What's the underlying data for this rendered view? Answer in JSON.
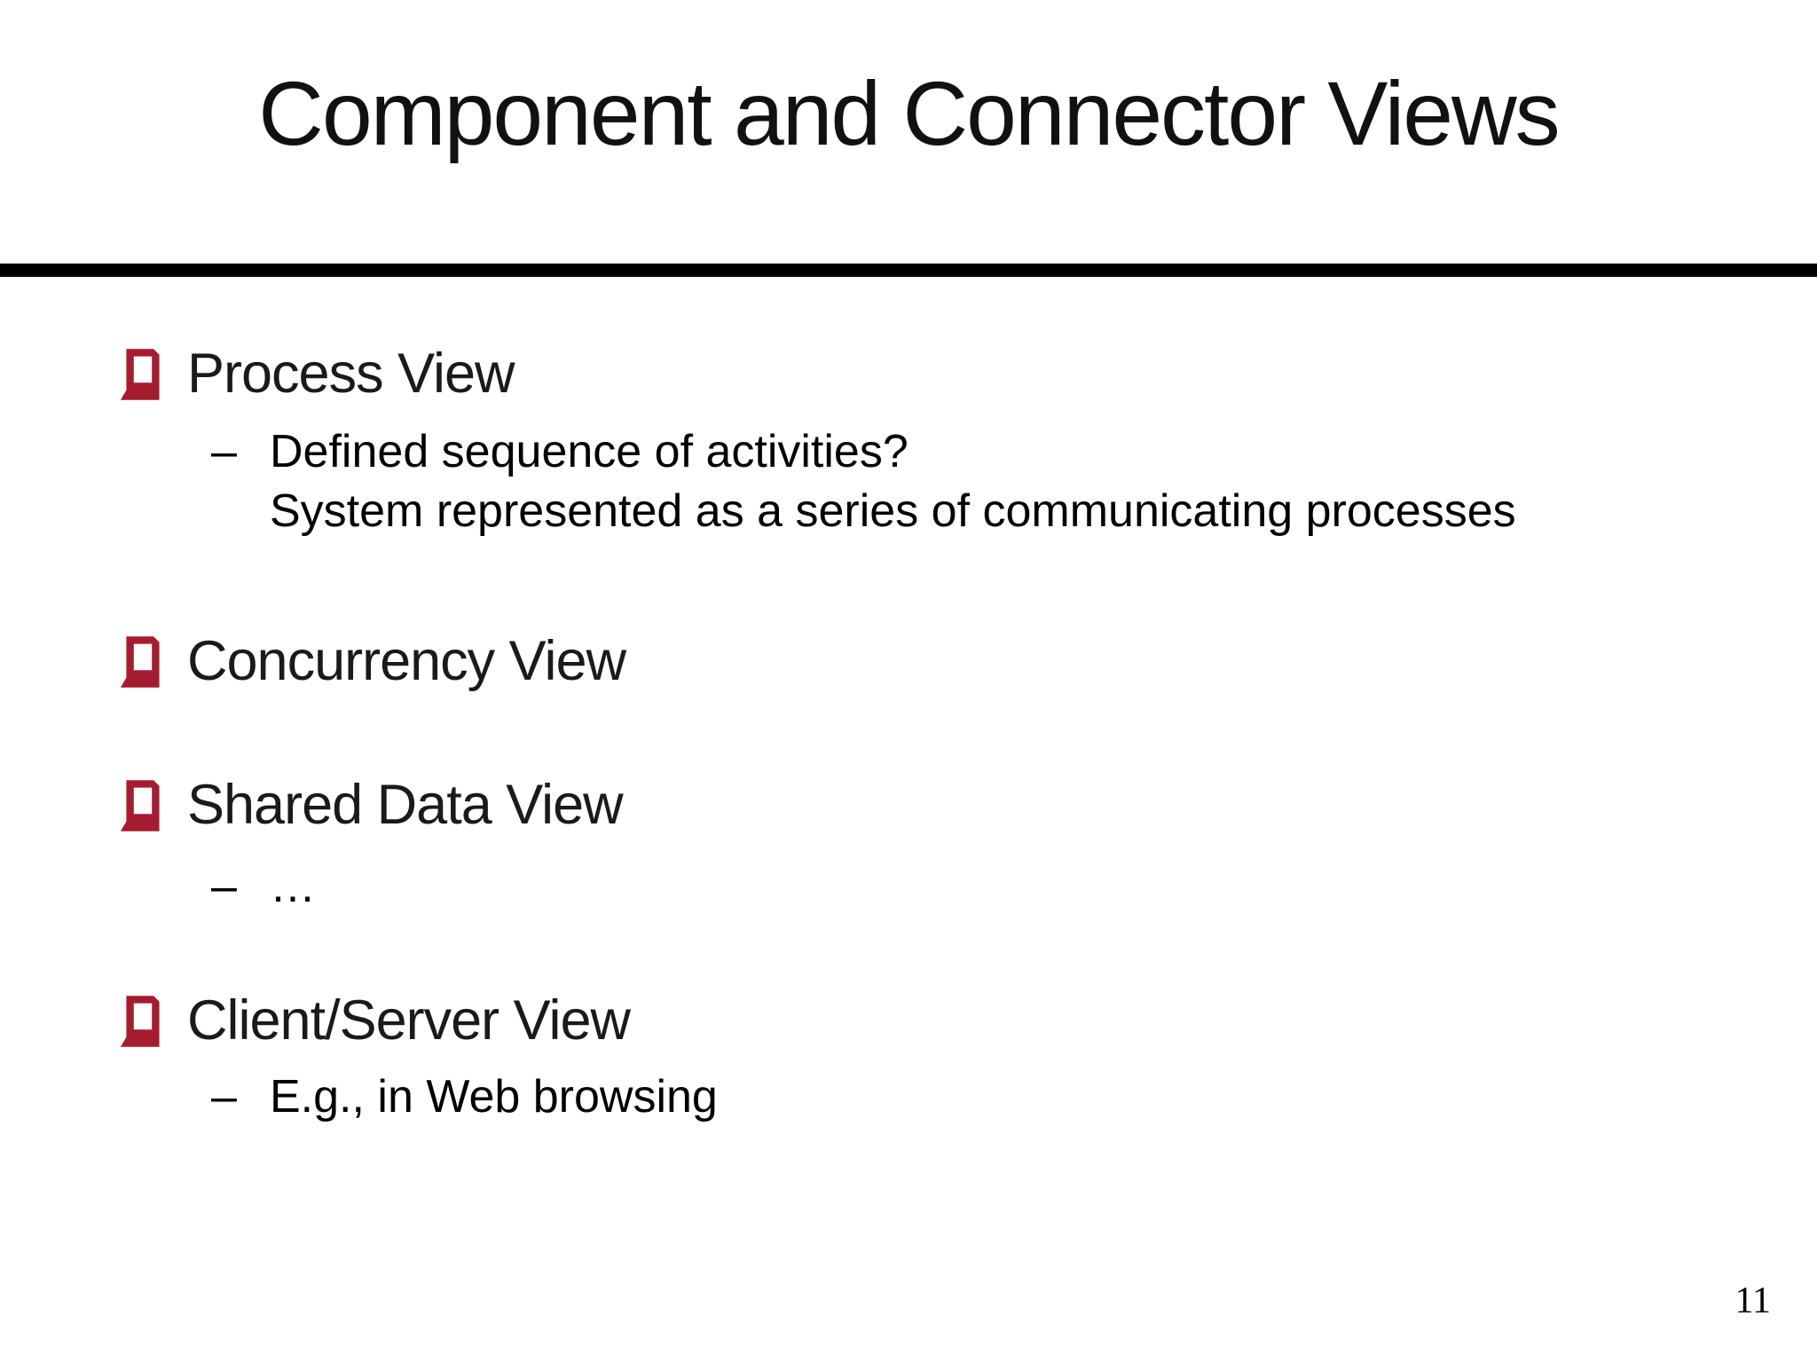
{
  "slide": {
    "title": "Component and Connector Views",
    "page_number": "11"
  },
  "colors": {
    "accent": "#A51C30",
    "rule": "#000000",
    "text_primary": "#1A1A1A",
    "text_secondary": "#000000"
  },
  "icons": {
    "bullet": "shadowed-square-icon"
  },
  "bullets": [
    {
      "label": "Process View",
      "subs": [
        {
          "marker": "–",
          "lines": [
            "Defined sequence of activities?",
            "System represented as a series of communicating processes"
          ]
        }
      ]
    },
    {
      "label": "Concurrency View",
      "subs": []
    },
    {
      "label": "Shared Data View",
      "subs": [
        {
          "marker": "–",
          "lines": [
            "…"
          ]
        }
      ]
    },
    {
      "label": "Client/Server View",
      "subs": [
        {
          "marker": "–",
          "lines": [
            "E.g., in Web browsing"
          ]
        }
      ]
    }
  ]
}
